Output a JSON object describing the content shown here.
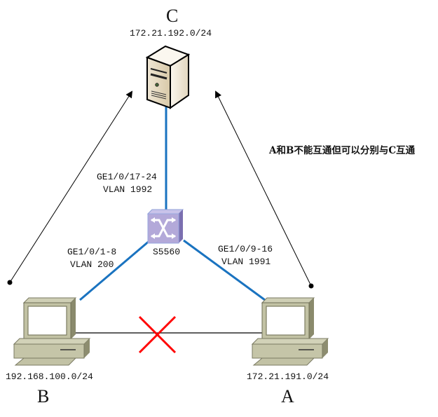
{
  "nodes": {
    "server": {
      "label": "C",
      "subnet": "172.21.192.0/24",
      "icon": "server-icon"
    },
    "switch": {
      "label": "S5560",
      "icon": "switch-icon"
    },
    "pc_b": {
      "label": "B",
      "subnet": "192.168.100.0/24",
      "icon": "computer-icon"
    },
    "pc_a": {
      "label": "A",
      "subnet": "172.21.191.0/24",
      "icon": "computer-icon"
    }
  },
  "links": {
    "switch_to_server": {
      "ports": "GE1/0/17-24",
      "vlan": "VLAN 1992"
    },
    "switch_to_b": {
      "ports": "GE1/0/1-8",
      "vlan": "VLAN 200"
    },
    "switch_to_a": {
      "ports": "GE1/0/9-16",
      "vlan": "VLAN 1991"
    }
  },
  "note": "A和B不能互通但可以分别与C互通",
  "colors": {
    "link": "#1a73c0",
    "blocked": "#ff0000",
    "arrow": "#000000"
  }
}
